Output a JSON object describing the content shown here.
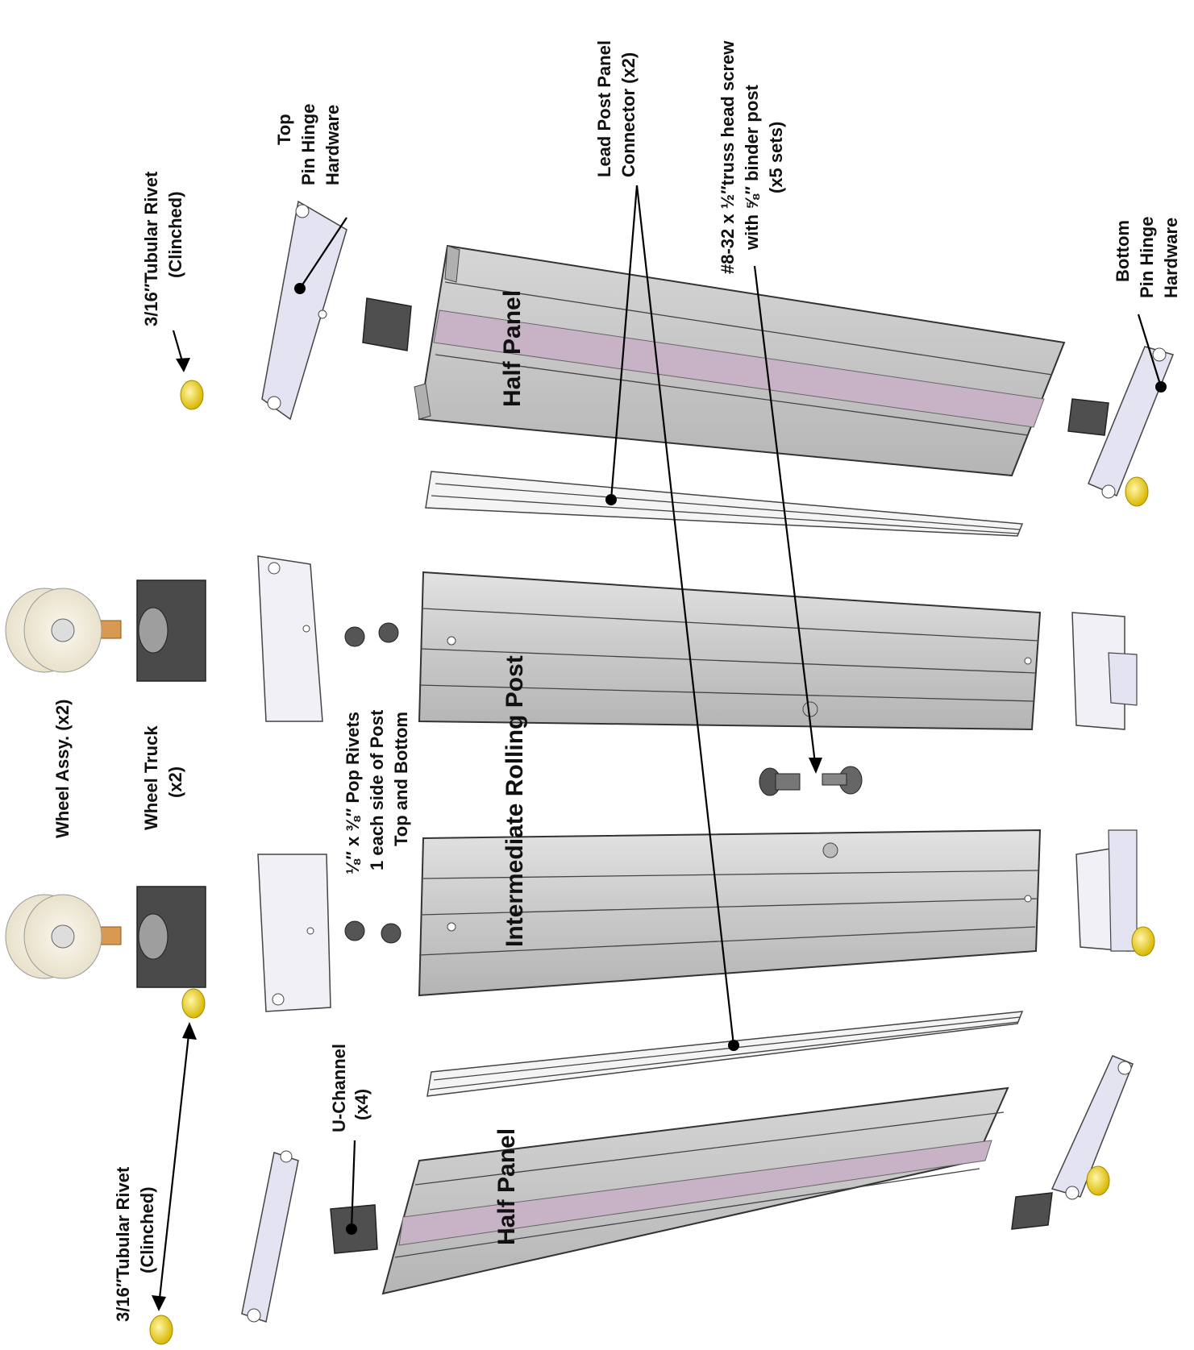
{
  "labels": {
    "top_rivet": [
      "3/16″Tubular Rivet",
      "(Clinched)"
    ],
    "top_pin_hinge": [
      "Top",
      "Pin Hinge",
      "Hardware"
    ],
    "lead_post_connector": [
      "Lead Post Panel",
      "Connector (x2)"
    ],
    "truss_screw": [
      "#8-32 x ½″truss head screw",
      "with ⅝″ binder post",
      "(x5 sets)"
    ],
    "bottom_pin_hinge": [
      "Bottom",
      "Pin Hinge",
      "Hardware"
    ],
    "half_panel_top": "Half Panel",
    "half_panel_bottom": "Half Panel",
    "intermediate_post": "Intermediate Rolling Post",
    "wheel_assy": "Wheel Assy. (x2)",
    "wheel_truck": [
      "Wheel Truck",
      "(x2)"
    ],
    "pop_rivets": [
      "⅛″ x ⅜″ Pop Rivets",
      "1 each side of Post",
      "Top and Bottom"
    ],
    "u_channel": [
      "U-Channel",
      "(x4)"
    ],
    "bottom_rivet": [
      "3/16″Tubular Rivet",
      "(Clinched)"
    ]
  },
  "colors": {
    "panel_gray": "#c4c4c4",
    "panel_stripe": "#c8b3c6",
    "hinge_lavender": "#e3e3f2",
    "rivet_yellow": "#f0d21a",
    "truck_dark": "#4a4a4a",
    "wheel_cream": "#f4f0e2",
    "axle_orange": "#d89a52"
  }
}
